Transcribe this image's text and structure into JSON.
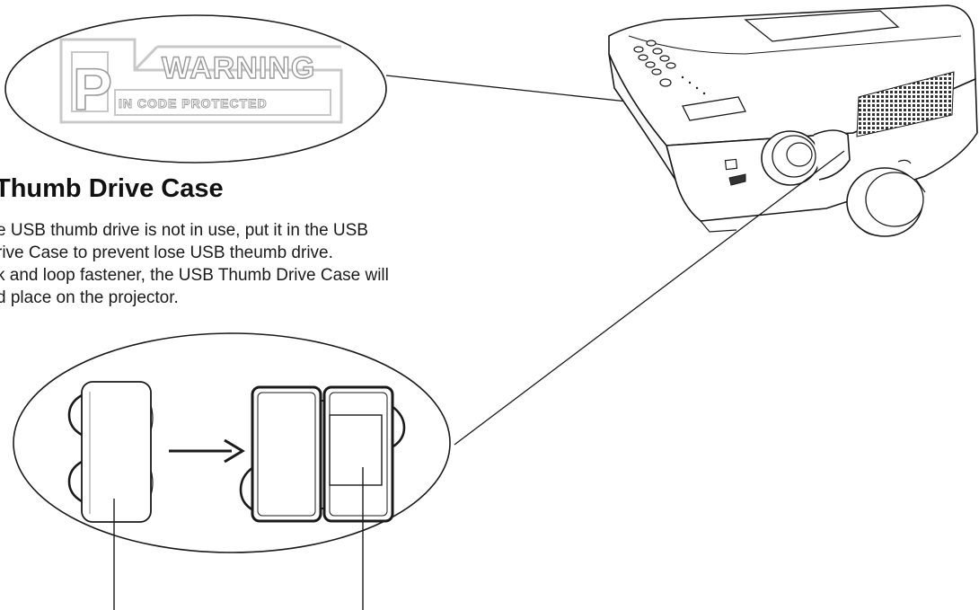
{
  "label": {
    "warning_text": "WARNING",
    "pin_letter": "P",
    "pin_code_text": "IN CODE  PROTECTED"
  },
  "section": {
    "heading": "Thumb Drive Case",
    "lines": [
      "e USB thumb drive is not in use, put it in the USB",
      "rive Case to prevent lose USB theumb drive.",
      "k and loop fastener, the USB Thumb Drive Case will",
      "d place on the projector."
    ]
  },
  "colors": {
    "line": "#1a1a1a",
    "label_text": "#b5b5b5",
    "shading": "#555555"
  }
}
